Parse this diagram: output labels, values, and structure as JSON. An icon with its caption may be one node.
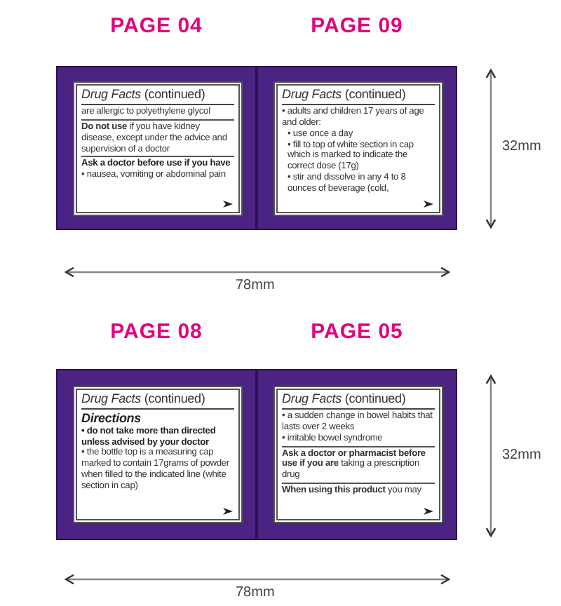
{
  "diagram": {
    "nodes": [
      {
        "text": [
          "PAGE 04"
        ]
      },
      {
        "text": [
          "*Drug Facts* (continued)",
          "are allergic to polyethylene glycol",
          "**Do not use** if you have kidney disease, except under the advice and supervision of a doctor",
          "Ask a doctor before use if you have",
          "• nausea, vomiting or abdominal pain"
        ],
        "in": 0
      },
      {
        "text": [
          "PAGE 09"
        ]
      },
      {
        "text": [
          "*Drug Facts* (continued)",
          "• adults and children 17 years of age and older:",
          "• use once a day",
          "• fill to top of white section in cap which is marked to indicate the correct dose (17g)",
          "• stir and dissolve in any 4 to 8 ounces of beverage (cold,"
        ],
        "in": 2
      },
      {
        "text": [
          "PAGE 08"
        ]
      },
      {
        "text": [
          "*Drug Facts* (continued)",
          "Directions",
          "• do not take more than directed unless advised by your doctor",
          "• the bottle top is a measuring cap marked to contain 17grams of powder when filled to the indicated line (white section in cap)"
        ],
        "in": 4
      },
      {
        "text": [
          "PAGE 05"
        ]
      },
      {
        "text": [
          "*Drug Facts* (continued)",
          "• a sudden change in bowel habits that lasts over 2 weeks",
          "• irritable bowel syndrome",
          "**Ask a doctor or pharmacist before use if you are** taking a prescription drug",
          "**When using this product** you may"
        ],
        "in": 6
      }
    ],
    "labels": [
      "32mm",
      "78mm",
      "32mm",
      "78mm"
    ]
  }
}
